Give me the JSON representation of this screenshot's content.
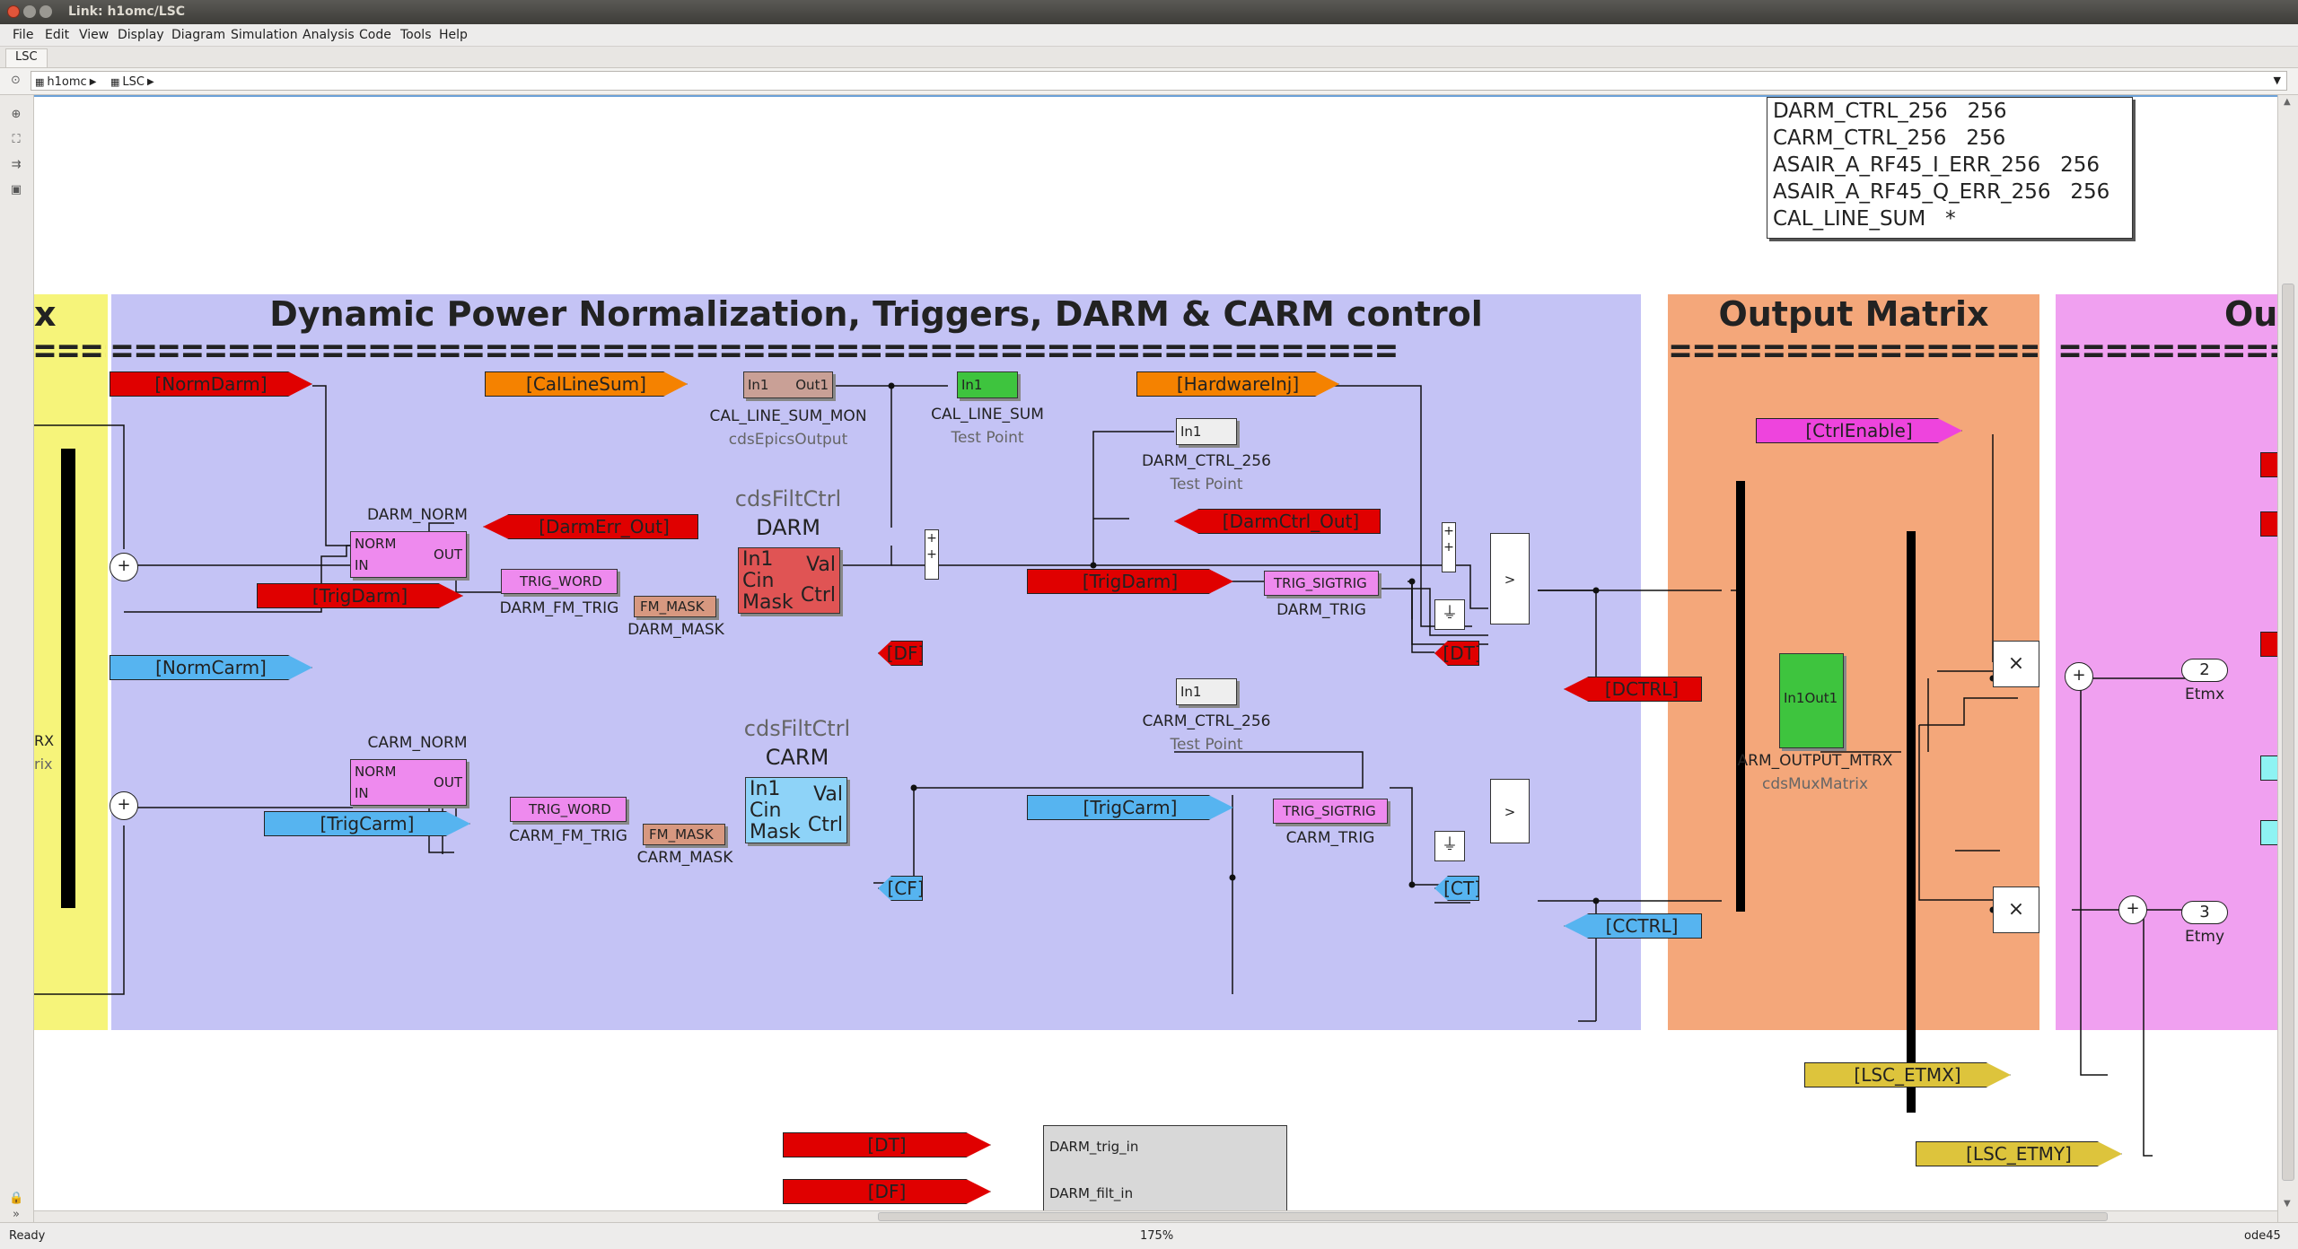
{
  "window": {
    "title": "Link: h1omc/LSC"
  },
  "menu": [
    "File",
    "Edit",
    "View",
    "Display",
    "Diagram",
    "Simulation",
    "Analysis",
    "Code",
    "Tools",
    "Help"
  ],
  "tab": "LSC",
  "breadcrumb": [
    "h1omc",
    "LSC"
  ],
  "status": {
    "left": "Ready",
    "zoom": "175%",
    "solver": "ode45"
  },
  "signal_list": [
    {
      "name": "DARM_CTRL_256",
      "rate": "256"
    },
    {
      "name": "CARM_CTRL_256",
      "rate": "256"
    },
    {
      "name": "ASAIR_A_RF45_I_ERR_256",
      "rate": "256"
    },
    {
      "name": "ASAIR_A_RF45_Q_ERR_256",
      "rate": "256"
    },
    {
      "name": "CAL_LINE_SUM",
      "rate": "*"
    }
  ],
  "areas": {
    "left_edge": "x",
    "dpn": "Dynamic Power Normalization, Triggers, DARM & CARM control",
    "output_matrix": "Output Matrix",
    "right_edge": "Ou",
    "eq": "======================================================="
  },
  "tags": {
    "normdarm": "[NormDarm]",
    "callinesum": "[CalLineSum]",
    "hardwareinj": "[HardwareInj]",
    "ctrlenable": "[CtrlEnable]",
    "darmerr_out": "[DarmErr_Out]",
    "darmctrl_out": "[DarmCtrl_Out]",
    "trigdarm1": "[TrigDarm]",
    "trigdarm2": "[TrigDarm]",
    "df": "[DF]",
    "dt": "[DT]",
    "dctrl": "[DCTRL]",
    "normcarm": "[NormCarm]",
    "trigcarm1": "[TrigCarm]",
    "trigcarm2": "[TrigCarm]",
    "cf": "[CF]",
    "ct": "[CT]",
    "cctrl": "[CCTRL]",
    "lsc_etmx": "[LSC_ETMX]",
    "lsc_etmy": "[LSC_ETMY]",
    "dt2": "[DT]",
    "df2": "[DF]",
    "fm_mask": "FM_MASK"
  },
  "blocks": {
    "cal_mon": {
      "in": "In1",
      "out": "Out1",
      "name": "CAL_LINE_SUM_MON",
      "lib": "cdsEpicsOutput"
    },
    "cal_tp": {
      "in": "In1",
      "name": "CAL_LINE_SUM",
      "lib": "Test Point"
    },
    "darm_tp": {
      "in": "In1",
      "name": "DARM_CTRL_256",
      "lib": "Test Point"
    },
    "carm_tp": {
      "in": "In1",
      "name": "CARM_CTRL_256",
      "lib": "Test Point"
    },
    "darm_norm": {
      "title": "DARM_NORM",
      "p1": "NORM",
      "p2": "IN",
      "out": "OUT"
    },
    "carm_norm": {
      "title": "CARM_NORM",
      "p1": "NORM",
      "p2": "IN",
      "out": "OUT"
    },
    "darm_filt": {
      "lib": "cdsFiltCtrl",
      "name": "DARM",
      "in1": "In1",
      "cin": "Cin",
      "mask": "Mask",
      "val": "Val",
      "ctrl": "Ctrl"
    },
    "carm_filt": {
      "lib": "cdsFiltCtrl",
      "name": "CARM",
      "in1": "In1",
      "cin": "Cin",
      "mask": "Mask",
      "val": "Val",
      "ctrl": "Ctrl"
    },
    "darm_fm_trig": {
      "text": "TRIG_WORD",
      "name": "DARM_FM_TRIG"
    },
    "carm_fm_trig": {
      "text": "TRIG_WORD",
      "name": "CARM_FM_TRIG"
    },
    "darm_mask": {
      "name": "DARM_MASK"
    },
    "carm_mask": {
      "name": "CARM_MASK"
    },
    "darm_trig": {
      "text": "TRIG_SIGTRIG",
      "name": "DARM_TRIG"
    },
    "carm_trig": {
      "text": "TRIG_SIGTRIG",
      "name": "CARM_TRIG"
    },
    "mux": {
      "text": "In1Out1",
      "name": "ARM_OUTPUT_MTRX",
      "lib": "cdsMuxMatrix"
    },
    "out2": {
      "num": "2",
      "name": "Etmx"
    },
    "out3": {
      "num": "3",
      "name": "Etmy"
    },
    "left_rx": {
      "line1": "RX",
      "line2": "rix"
    },
    "bottom": {
      "p1": "DARM_trig_in",
      "p2": "DARM_filt_in"
    }
  },
  "colors": {
    "red": "#e00000",
    "orange": "#f58200",
    "blue": "#56b4f0",
    "magenta": "#ee44dd",
    "yellow": "#ddc43c",
    "cyan": "#8ef3f3"
  }
}
